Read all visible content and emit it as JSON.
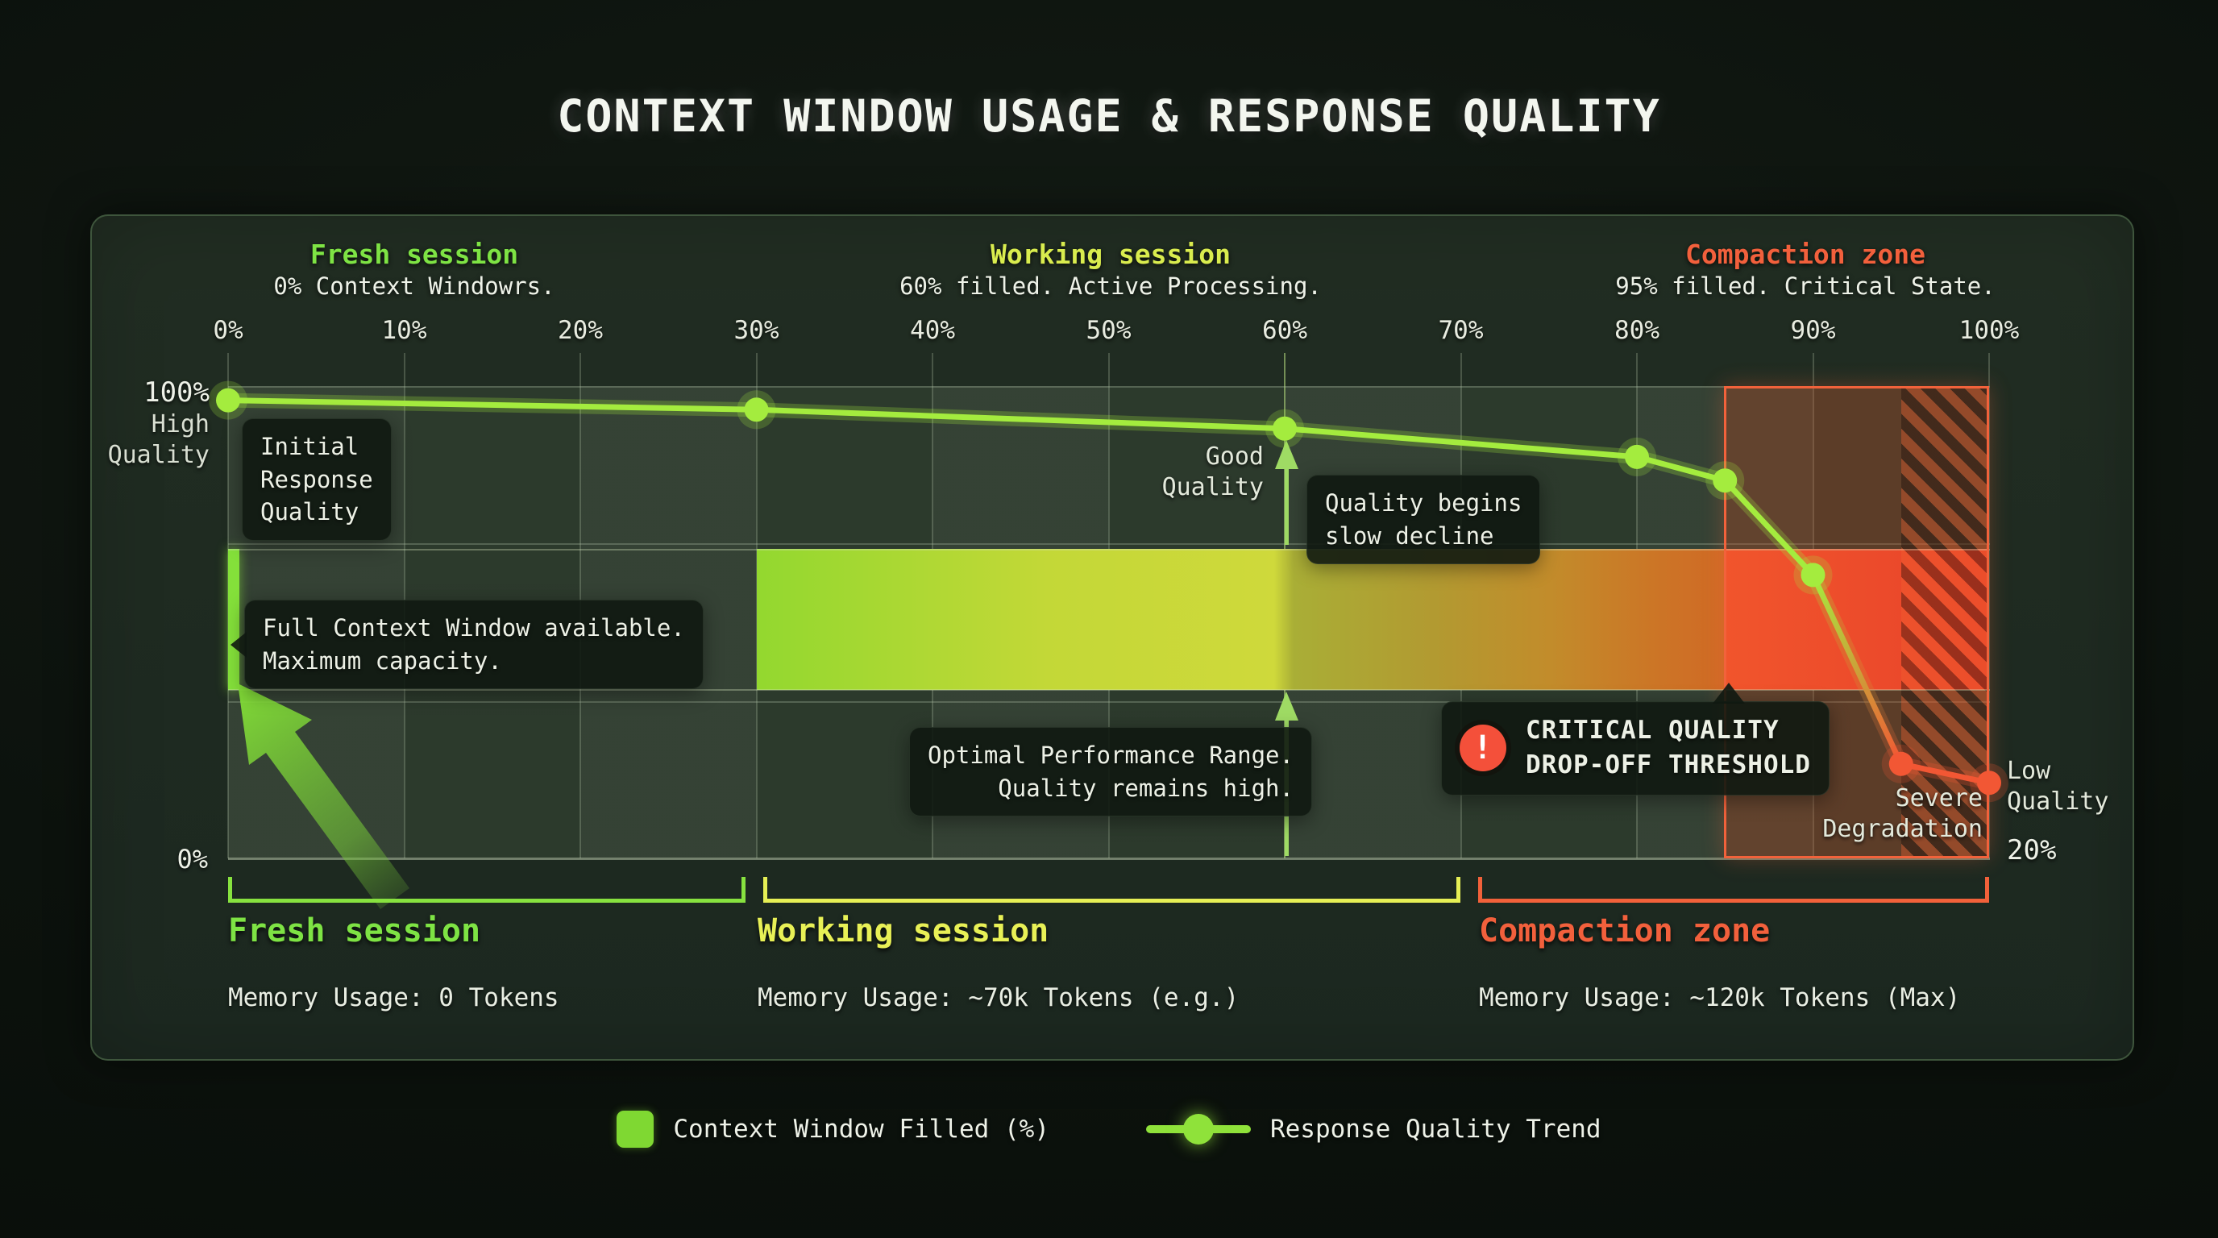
{
  "title": "CONTEXT WINDOW USAGE & RESPONSE QUALITY",
  "zones_top": [
    {
      "title": "Fresh session",
      "subtitle": "0% Context Windowrs.",
      "color": "#7ee344"
    },
    {
      "title": "Working session",
      "subtitle": "60% filled. Active Processing.",
      "color": "#d9ec4e"
    },
    {
      "title": "Compaction zone",
      "subtitle": "95% filled. Critical State.",
      "color": "#f2603c"
    }
  ],
  "axis": {
    "y_top_label": "100%",
    "y_top_sub": "High\nQuality",
    "y_bottom_label": "0%",
    "y_right_label": "Low\nQuality",
    "y_right_value": "20%"
  },
  "annotations": {
    "initial": "Initial\nResponse\nQuality",
    "full_context": "Full Context Window available.\nMaximum capacity.",
    "good_quality": "Good\nQuality",
    "quality_begins": "Quality begins\nslow decline",
    "optimal": "Optimal Performance Range.\nQuality remains high.",
    "critical": "CRITICAL QUALITY\nDROP-OFF THRESHOLD",
    "critical_icon": "!",
    "severe": "Severe\nDegradation"
  },
  "zones_bottom": [
    {
      "title": "Fresh session",
      "memory": "Memory Usage: 0 Tokens",
      "color": "#7ee344"
    },
    {
      "title": "Working session",
      "memory": "Memory Usage: ~70k Tokens (e.g.)",
      "color": "#e8f056"
    },
    {
      "title": "Compaction zone",
      "memory": "Memory Usage: ~120k Tokens (Max)",
      "color": "#f2603c"
    }
  ],
  "legend": [
    {
      "label": "Context Window Filled (%)",
      "swatch": "green-square"
    },
    {
      "label": "Response Quality Trend",
      "swatch": "green-line-dot"
    }
  ],
  "colors": {
    "quality_line": "#a4ec3e",
    "quality_line_end": "#f25734",
    "bar_fresh_strip": "#84e03a",
    "bar_gradient_start": "#93d82f",
    "bar_gradient_end": "#d06a25",
    "bar_critical": "#ef4e2b",
    "compaction_border": "#f2623b",
    "panel_border": "#3e553c"
  },
  "chart_data": {
    "type": "line",
    "title": "CONTEXT WINDOW USAGE & RESPONSE QUALITY",
    "x_ticks": [
      "0%",
      "10%",
      "20%",
      "30%",
      "40%",
      "50%",
      "60%",
      "70%",
      "80%",
      "90%",
      "100%"
    ],
    "x_range": [
      0,
      100
    ],
    "y_range": [
      0,
      100
    ],
    "grid": true,
    "highlight_x": 60,
    "series": [
      {
        "name": "Response Quality Trend",
        "points": [
          [
            0,
            97
          ],
          [
            30,
            95
          ],
          [
            60,
            91
          ],
          [
            80,
            85
          ],
          [
            85,
            80
          ],
          [
            90,
            60
          ],
          [
            95,
            20
          ],
          [
            100,
            16
          ]
        ],
        "color_main": "#a4ec3e",
        "color_tail": "#f25734",
        "tail_starts_at_x": 95
      }
    ],
    "band": {
      "name": "Context Window Filled (%)",
      "segments": [
        {
          "from_x": 0,
          "to_x": 0.6,
          "meaning": "0% filled strip (fresh session)"
        },
        {
          "from_x": 30,
          "to_x": 85,
          "meaning": "gradient fill green to orange (working session)"
        },
        {
          "from_x": 85,
          "to_x": 100,
          "meaning": "critical red fill (compaction zone)"
        },
        {
          "from_x": 95,
          "to_x": 100,
          "meaning": "hatched overflow region"
        }
      ]
    },
    "zones": [
      {
        "name": "Fresh session",
        "range": [
          0,
          30
        ],
        "memory": "0 Tokens"
      },
      {
        "name": "Working session",
        "range": [
          30,
          70
        ],
        "memory": "~70k Tokens (e.g.)"
      },
      {
        "name": "Compaction zone",
        "range": [
          70,
          100
        ],
        "memory": "~120k Tokens (Max)"
      }
    ],
    "legend_position": "bottom-center"
  }
}
